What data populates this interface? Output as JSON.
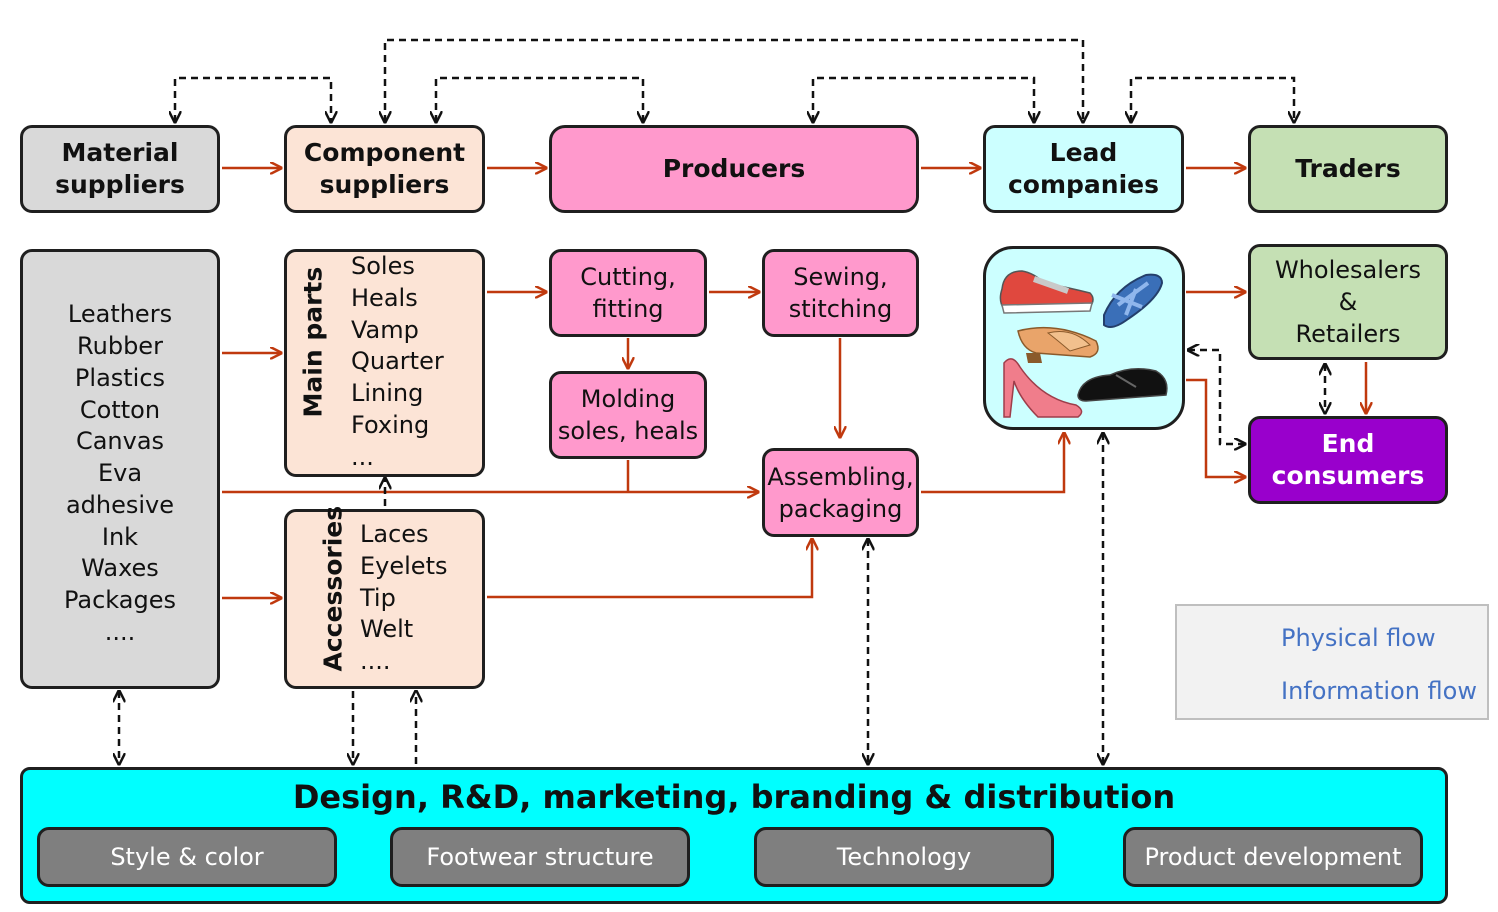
{
  "top_row": {
    "material_suppliers": "Material\nsuppliers",
    "component_suppliers": "Component\nsuppliers",
    "producers": "Producers",
    "lead_companies": "Lead\ncompanies",
    "traders": "Traders"
  },
  "materials": [
    "Leathers",
    "Rubber",
    "Plastics",
    "Cotton",
    "Canvas",
    "Eva",
    "adhesive",
    "Ink",
    "Waxes",
    "Packages",
    "...."
  ],
  "main_parts": {
    "label": "Main parts",
    "items": [
      "Soles",
      "Heals",
      "Vamp",
      "Quarter",
      "Lining",
      "Foxing",
      "..."
    ]
  },
  "accessories": {
    "label": "Accessories",
    "items": [
      "Laces",
      "Eyelets",
      "Tip",
      "Welt",
      "...."
    ]
  },
  "process": {
    "cutting": "Cutting,\nfitting",
    "molding": "Molding\nsoles, heals",
    "sewing": "Sewing,\nstitching",
    "assembling": "Assembling,\npackaging"
  },
  "distribution": {
    "wholesalers": "Wholesalers\n&\nRetailers",
    "end_consumers": "End\nconsumers"
  },
  "legend": {
    "physical": "Physical flow",
    "information": "Information flow"
  },
  "design": {
    "title": "Design, R&D, marketing, branding & distribution",
    "pills": [
      "Style & color",
      "Footwear structure",
      "Technology",
      "Product development"
    ]
  },
  "colors": {
    "physical_flow": "#c0390e",
    "information_flow": "#111111",
    "producers": "#ff99cc",
    "lead": "#ccffff",
    "traders": "#c5e0b4",
    "consumers": "#9900cc",
    "design": "#00ffff"
  }
}
